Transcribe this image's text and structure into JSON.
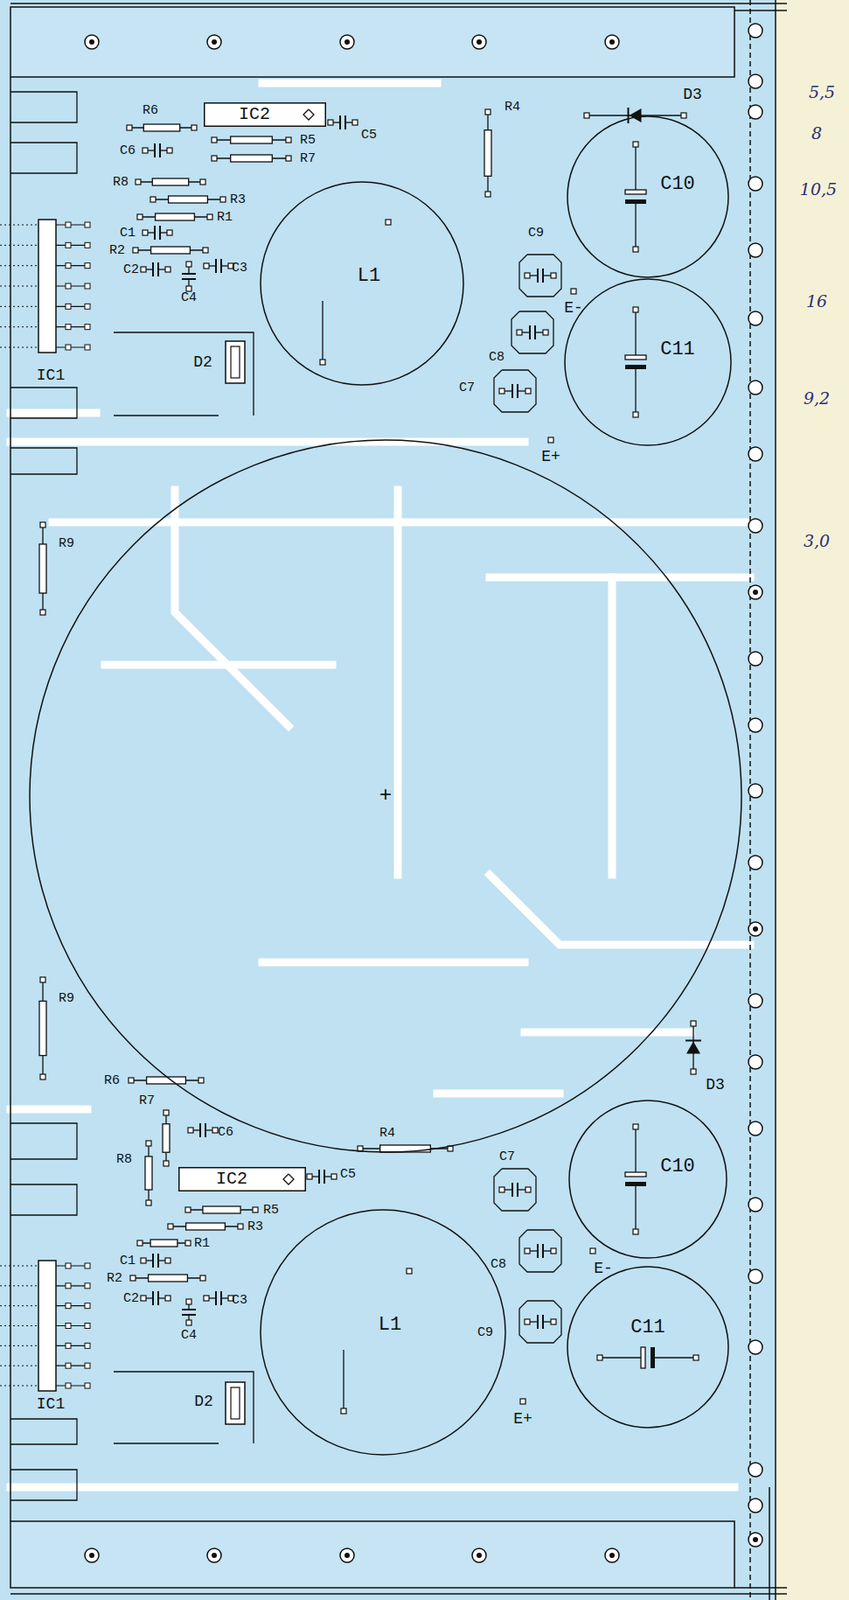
{
  "diagram": {
    "nodes": [
      {
        "text": [
          "IC2"
        ]
      },
      {
        "text": [
          "L1"
        ]
      },
      {
        "text": [
          "C10"
        ]
      },
      {
        "text": [
          "C11"
        ]
      },
      {
        "text": [
          "+"
        ]
      },
      {
        "text": [
          "IC2"
        ]
      },
      {
        "text": [
          "C10"
        ]
      },
      {
        "text": [
          "L1"
        ]
      },
      {
        "text": [
          "C11"
        ]
      }
    ],
    "labels": [
      "D3",
      "R6",
      "C5",
      "R5",
      "C6",
      "R7",
      "R8",
      "R4",
      "R3",
      "R1",
      "C9",
      "C1",
      "R2",
      "C2",
      "C3",
      "C4",
      "E-",
      "C8",
      "D2",
      "IC1",
      "C7",
      "E+",
      "5,5",
      "8",
      "10,5",
      "16",
      "9,2",
      "3,0",
      "R9",
      "R9",
      "R6",
      "D3",
      "R7",
      "C6",
      "R4",
      "C7",
      "R8",
      "C5",
      "R5",
      "R3",
      "R1",
      "C1",
      "C8",
      "E-",
      "R2",
      "C2",
      "C3",
      "C4",
      "C9",
      "D2",
      "IC1",
      "E+"
    ]
  }
}
